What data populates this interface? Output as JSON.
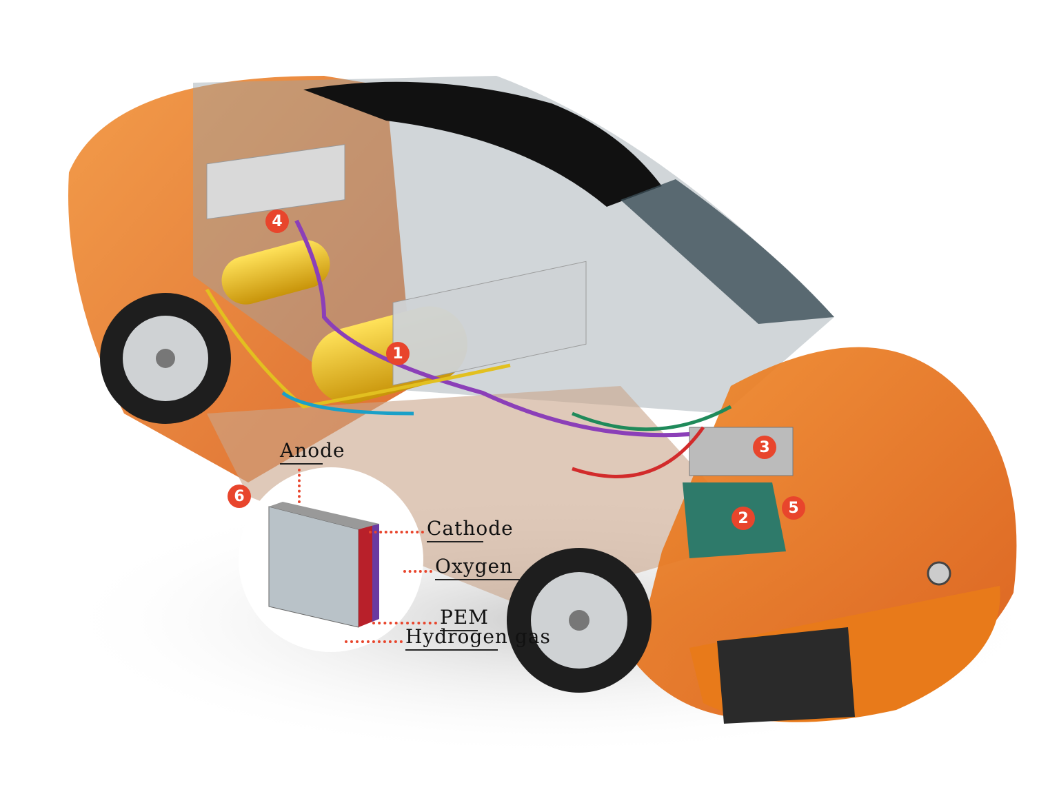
{
  "colors": {
    "marker": "#e8452c",
    "body": "#e8731c",
    "tank": "#f2c21a",
    "pipe_purple": "#8b3fb8",
    "pipe_green": "#1f8a5a",
    "pipe_red": "#d22b2b",
    "pipe_blue": "#1aa0c8",
    "stack": "#2e7a6a"
  },
  "markers": [
    {
      "number": "1",
      "component": "hydrogen-tank-rear"
    },
    {
      "number": "2",
      "component": "fuel-cell-stack"
    },
    {
      "number": "3",
      "component": "power-control-unit"
    },
    {
      "number": "4",
      "component": "battery"
    },
    {
      "number": "5",
      "component": "electric-motor"
    },
    {
      "number": "6",
      "component": "fuel-cell-inset"
    }
  ],
  "inset": {
    "labels": {
      "anode": "Anode",
      "cathode": "Cathode",
      "oxygen": "Oxygen",
      "pem": "PEM",
      "hydrogen": "Hydrogen gas"
    }
  }
}
